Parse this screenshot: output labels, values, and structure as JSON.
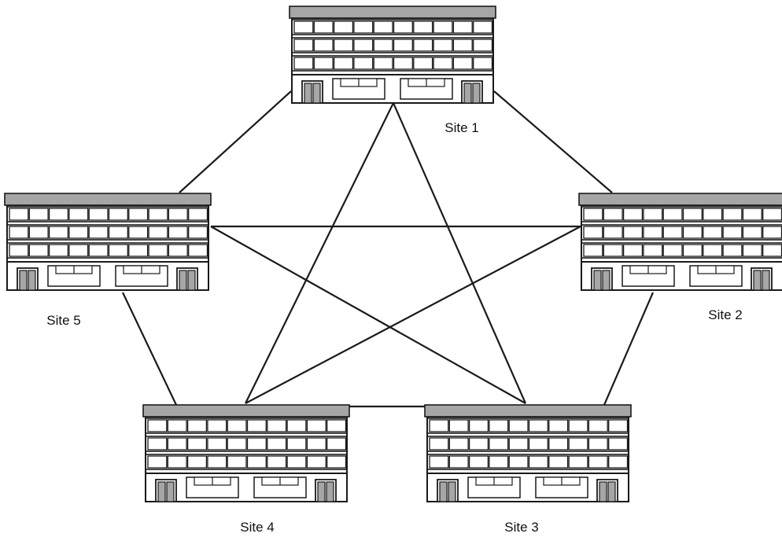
{
  "diagram": {
    "colors": {
      "line": "#1a1a1a",
      "roof": "#a6a6a6",
      "door": "#a6a6a6",
      "background": "#ffffff"
    },
    "sites": [
      {
        "id": "site1",
        "label": "Site 1"
      },
      {
        "id": "site2",
        "label": "Site 2"
      },
      {
        "id": "site3",
        "label": "Site 3"
      },
      {
        "id": "site4",
        "label": "Site 4"
      },
      {
        "id": "site5",
        "label": "Site 5"
      }
    ],
    "connections": [
      [
        "site1",
        "site2"
      ],
      [
        "site2",
        "site3"
      ],
      [
        "site3",
        "site4"
      ],
      [
        "site4",
        "site5"
      ],
      [
        "site5",
        "site1"
      ],
      [
        "site1",
        "site3"
      ],
      [
        "site1",
        "site4"
      ],
      [
        "site5",
        "site2"
      ],
      [
        "site5",
        "site3"
      ],
      [
        "site2",
        "site4"
      ]
    ]
  }
}
